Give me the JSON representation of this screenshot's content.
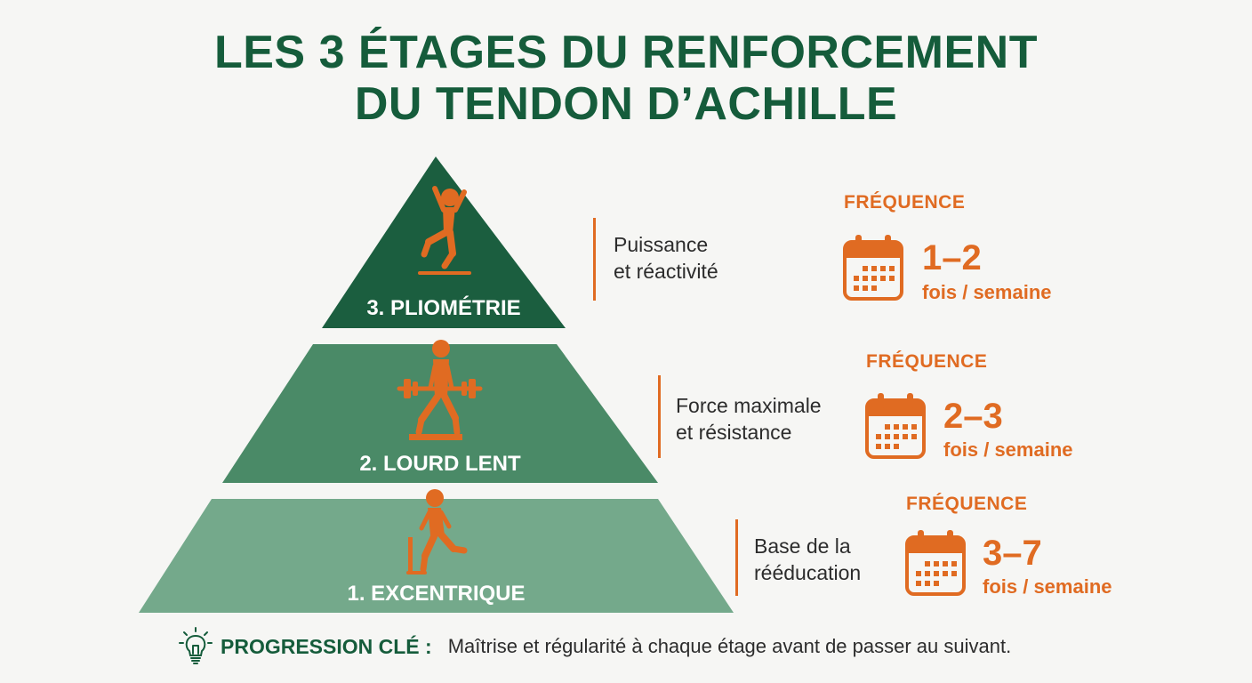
{
  "title": {
    "line1": "LES 3 ÉTAGES DU RENFORCEMENT",
    "line2": "DU TENDON D’ACHILLE"
  },
  "colors": {
    "title_green": "#155c3b",
    "tier3": "#1b5e3f",
    "tier2": "#4a8a67",
    "tier1": "#74a98b",
    "accent_orange": "#e06b22"
  },
  "tiers": [
    {
      "label": "3. PLIOMÉTRIE",
      "icon": "jumping-person-icon",
      "desc_line1": "Puissance",
      "desc_line2": "et réactivité",
      "freq_header": "FRÉQUENCE",
      "freq_value": "1–2",
      "freq_unit": "fois / semaine"
    },
    {
      "label": "2. LOURD LENT",
      "icon": "weightlifter-icon",
      "desc_line1": "Force maximale",
      "desc_line2": "et résistance",
      "freq_header": "FRÉQUENCE",
      "freq_value": "2–3",
      "freq_unit": "fois / semaine"
    },
    {
      "label": "1. EXCENTRIQUE",
      "icon": "step-exercise-icon",
      "desc_line1": "Base de la",
      "desc_line2": "rééducation",
      "freq_header": "FRÉQUENCE",
      "freq_value": "3–7",
      "freq_unit": "fois / semaine"
    }
  ],
  "footer": {
    "icon": "lightbulb-icon",
    "key_label": "PROGRESSION CLÉ :",
    "message": "Maîtrise et régularité à chaque étage avant de passer au suivant."
  }
}
